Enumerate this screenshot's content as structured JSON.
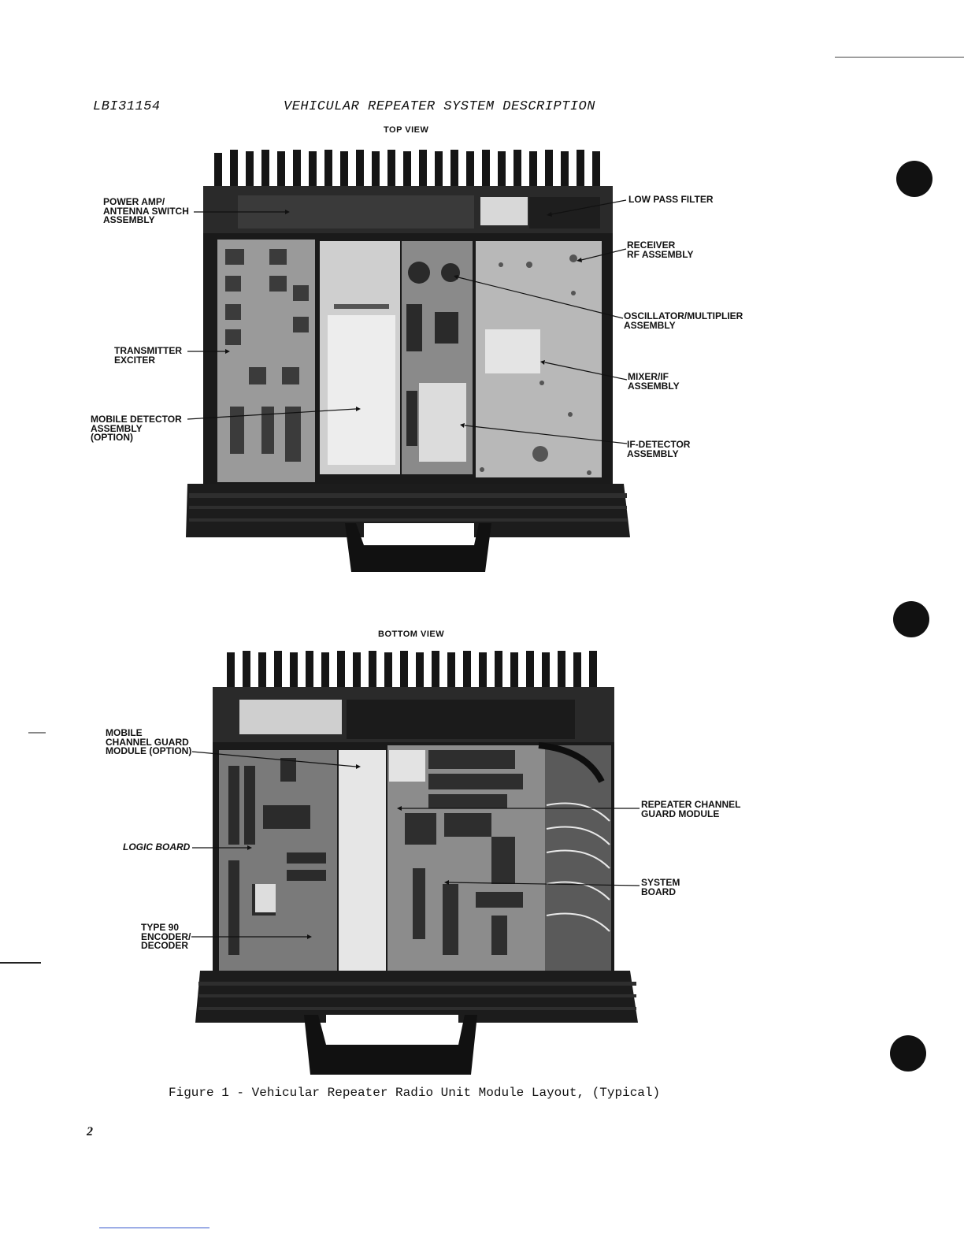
{
  "header": {
    "doc_number": "LBI31154",
    "title": "VEHICULAR REPEATER SYSTEM DESCRIPTION"
  },
  "top_view": {
    "title": "TOP VIEW",
    "labels": {
      "power_amp": [
        "POWER AMP/",
        "ANTENNA SWITCH",
        "ASSEMBLY"
      ],
      "transmitter": [
        "TRANSMITTER",
        "EXCITER"
      ],
      "mobile_detector": [
        "MOBILE DETECTOR",
        "ASSEMBLY",
        "(OPTION)"
      ],
      "low_pass": [
        "LOW PASS FILTER"
      ],
      "receiver_rf": [
        "RECEIVER",
        "RF ASSEMBLY"
      ],
      "oscillator": [
        "OSCILLATOR/MULTIPLIER",
        "ASSEMBLY"
      ],
      "mixer_if": [
        "MIXER/IF",
        "ASSEMBLY"
      ],
      "if_detector": [
        "IF-DETECTOR",
        "ASSEMBLY"
      ]
    }
  },
  "bottom_view": {
    "title": "BOTTOM VIEW",
    "labels": {
      "mobile_cg": [
        "MOBILE",
        "CHANNEL GUARD",
        "MODULE (OPTION)"
      ],
      "logic_board": [
        "LOGIC BOARD"
      ],
      "type90": [
        "TYPE 90",
        "ENCODER/",
        "DECODER"
      ],
      "repeater_cg": [
        "REPEATER CHANNEL",
        "GUARD MODULE"
      ],
      "system_board": [
        "SYSTEM",
        "BOARD"
      ]
    }
  },
  "caption": "Figure 1 - Vehicular Repeater Radio Unit Module Layout, (Typical)",
  "page_number": "2"
}
